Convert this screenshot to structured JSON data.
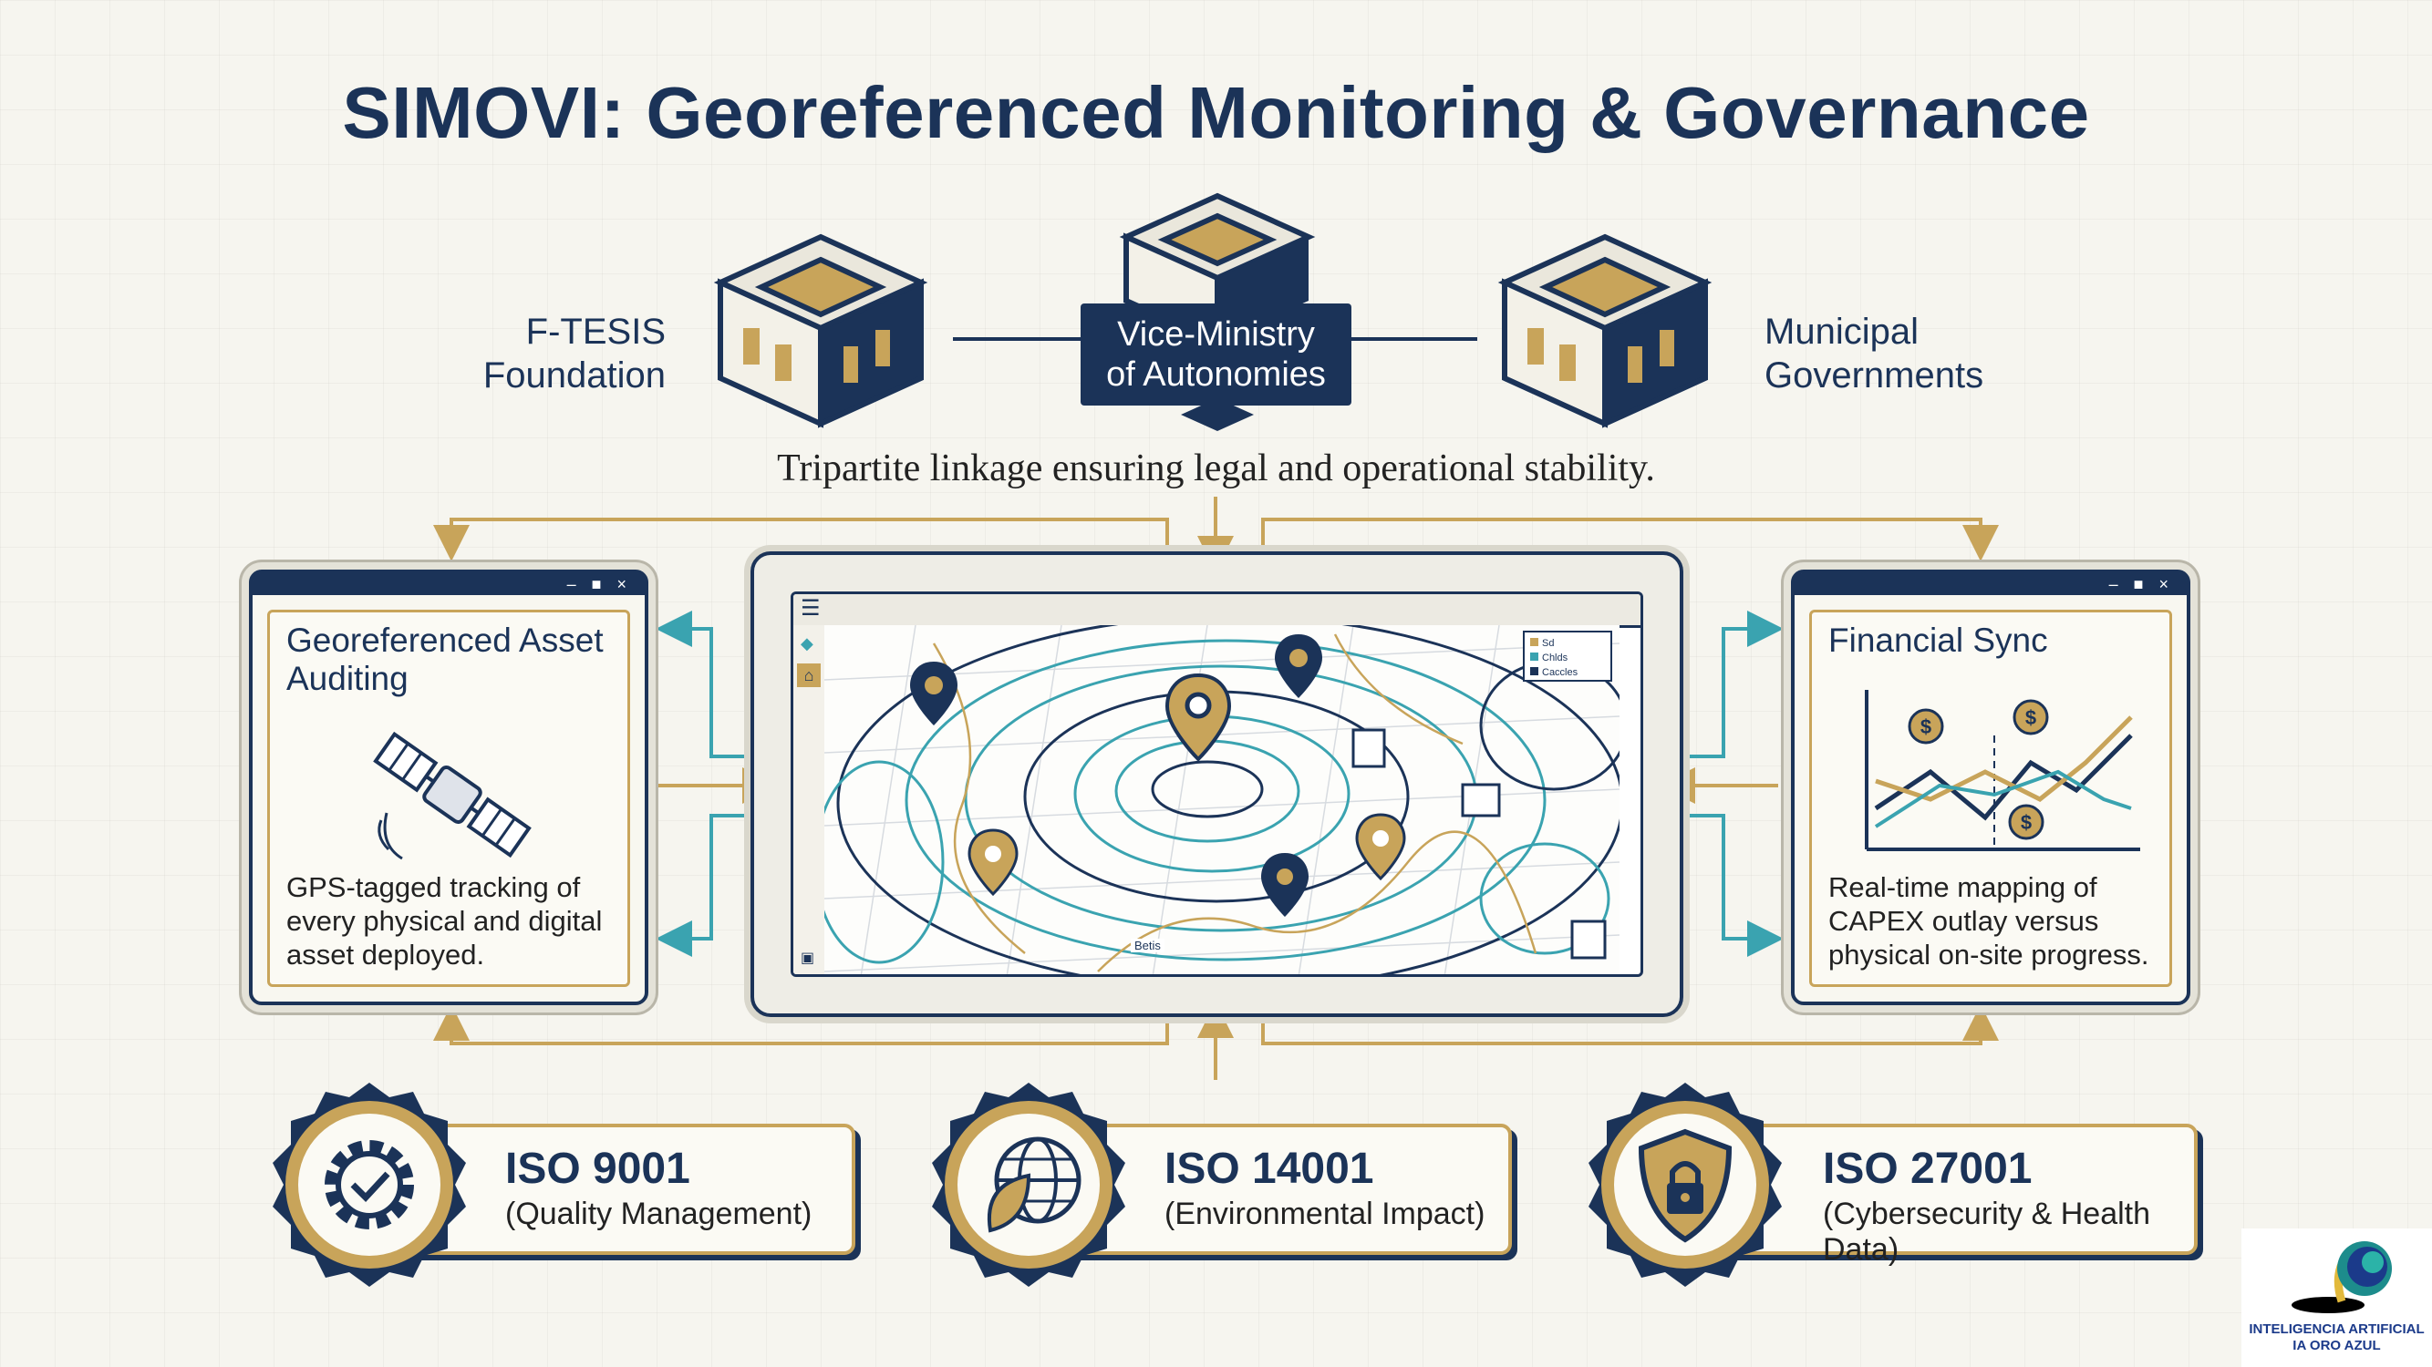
{
  "title": "SIMOVI: Georeferenced Monitoring & Governance",
  "parties": {
    "left": [
      "F-TESIS",
      "Foundation"
    ],
    "center": [
      "Vice-Ministry",
      "of Autonomies"
    ],
    "right": [
      "Municipal",
      "Governments"
    ]
  },
  "tagline": "Tripartite linkage ensuring legal and operational stability.",
  "panels": {
    "left": {
      "title": "Georeferenced Asset Auditing",
      "description": "GPS-tagged tracking of every physical and digital asset deployed."
    },
    "right": {
      "title": "Financial Sync",
      "description": "Real-time mapping of CAPEX outlay versus physical on-site progress."
    }
  },
  "map": {
    "legend": [
      "Sd",
      "Chlds",
      "Caccles"
    ],
    "bottom_label": "Betis"
  },
  "certifications": [
    {
      "title": "ISO 9001",
      "subtitle": "(Quality Management)",
      "icon": "gear-check-icon"
    },
    {
      "title": "ISO 14001",
      "subtitle": "(Environmental Impact)",
      "icon": "globe-leaf-icon"
    },
    {
      "title": "ISO 27001",
      "subtitle": "(Cybersecurity & Health Data)",
      "icon": "shield-lock-icon"
    }
  ],
  "logo": {
    "line1": "INTELIGENCIA ARTIFICIAL",
    "line2": "IA ORO AZUL"
  },
  "colors": {
    "navy": "#1b3358",
    "gold": "#c8a45a",
    "teal": "#3aa3b0",
    "background": "#f6f5ef"
  }
}
